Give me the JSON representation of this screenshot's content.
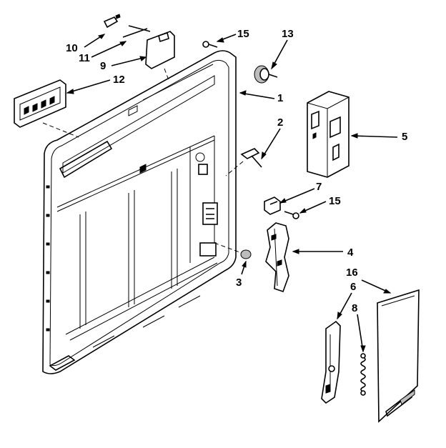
{
  "colors": {
    "ink": "#000000",
    "paper": "#ffffff",
    "shade": "#bdbdbd"
  },
  "labels": {
    "l1": "1",
    "l2": "2",
    "l3": "3",
    "l4": "4",
    "l5": "5",
    "l6": "6",
    "l7": "7",
    "l8": "8",
    "l9": "9",
    "l10": "10",
    "l11": "11",
    "l12": "12",
    "l13": "13",
    "l15a": "15",
    "l15b": "15",
    "l16": "16"
  }
}
